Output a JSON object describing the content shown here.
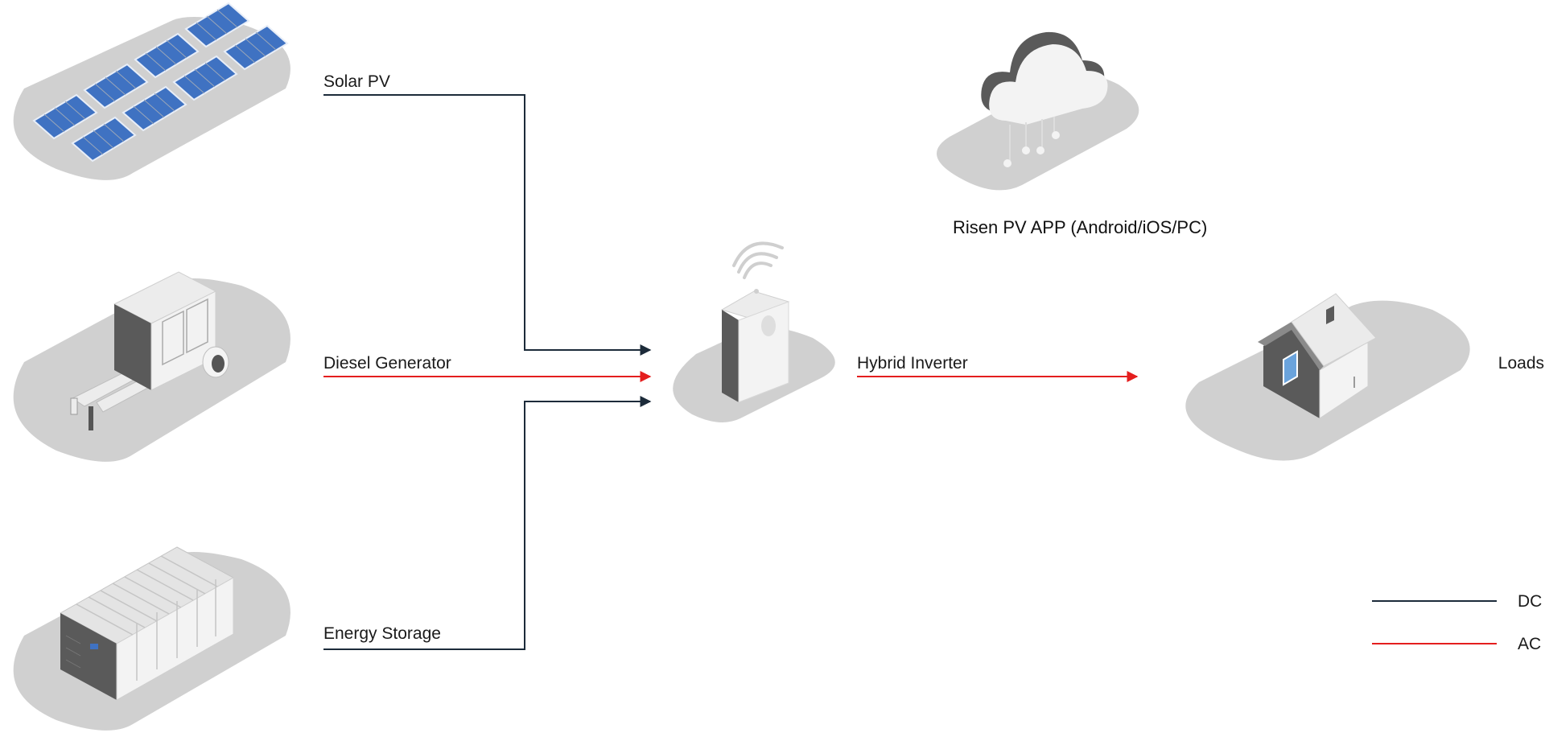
{
  "nodes": {
    "solar_pv": "Solar PV",
    "diesel_generator": "Diesel Generator",
    "energy_storage": "Energy Storage",
    "hybrid_inverter": "Hybrid Inverter",
    "loads": "Loads",
    "app": "Risen PV APP (Android/iOS/PC)"
  },
  "legend": {
    "dc": "DC",
    "ac": "AC"
  },
  "colors": {
    "dc": "#1c2b3a",
    "ac": "#e41e1e",
    "platform": "#d0d0d0",
    "panel": "#3f72c2",
    "dark_gray": "#555555"
  },
  "icons": [
    "solar-panels-icon",
    "generator-trailer-icon",
    "container-battery-icon",
    "inverter-icon",
    "house-icon",
    "cloud-icon"
  ]
}
